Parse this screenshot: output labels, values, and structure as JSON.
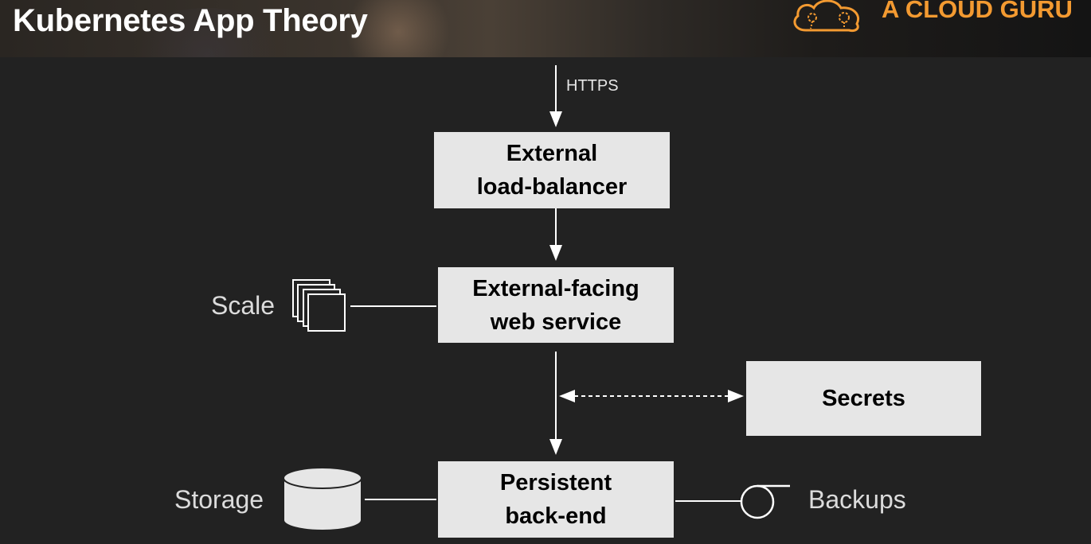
{
  "slide": {
    "title": "Kubernetes App Theory",
    "brand": "A CLOUD GURU",
    "brand_color": "#f39a31"
  },
  "diagram": {
    "inbound_label": "HTTPS",
    "nodes": {
      "load_balancer": [
        "External",
        "load-balancer"
      ],
      "web_service": [
        "External-facing",
        "web service"
      ],
      "secrets": [
        "Secrets"
      ],
      "backend": [
        "Persistent",
        "back-end"
      ]
    },
    "side_labels": {
      "scale": "Scale",
      "storage": "Storage",
      "backups": "Backups"
    },
    "icons": [
      "stacked-squares-icon",
      "database-cylinder-icon",
      "tape-reel-icon",
      "cloud-logo-icon"
    ]
  }
}
